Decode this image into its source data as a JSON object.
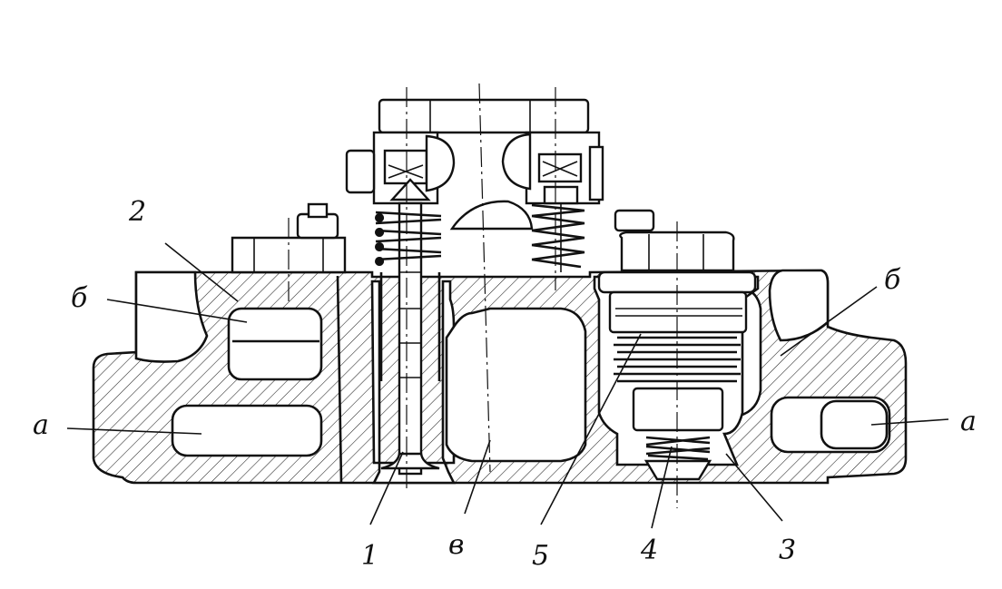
{
  "labels": {
    "l2": "2",
    "b_left": "б",
    "a_left": "а",
    "b_right": "б",
    "a_right": "а",
    "l1": "1",
    "v": "в",
    "l5": "5",
    "l4": "4",
    "l3": "3"
  }
}
